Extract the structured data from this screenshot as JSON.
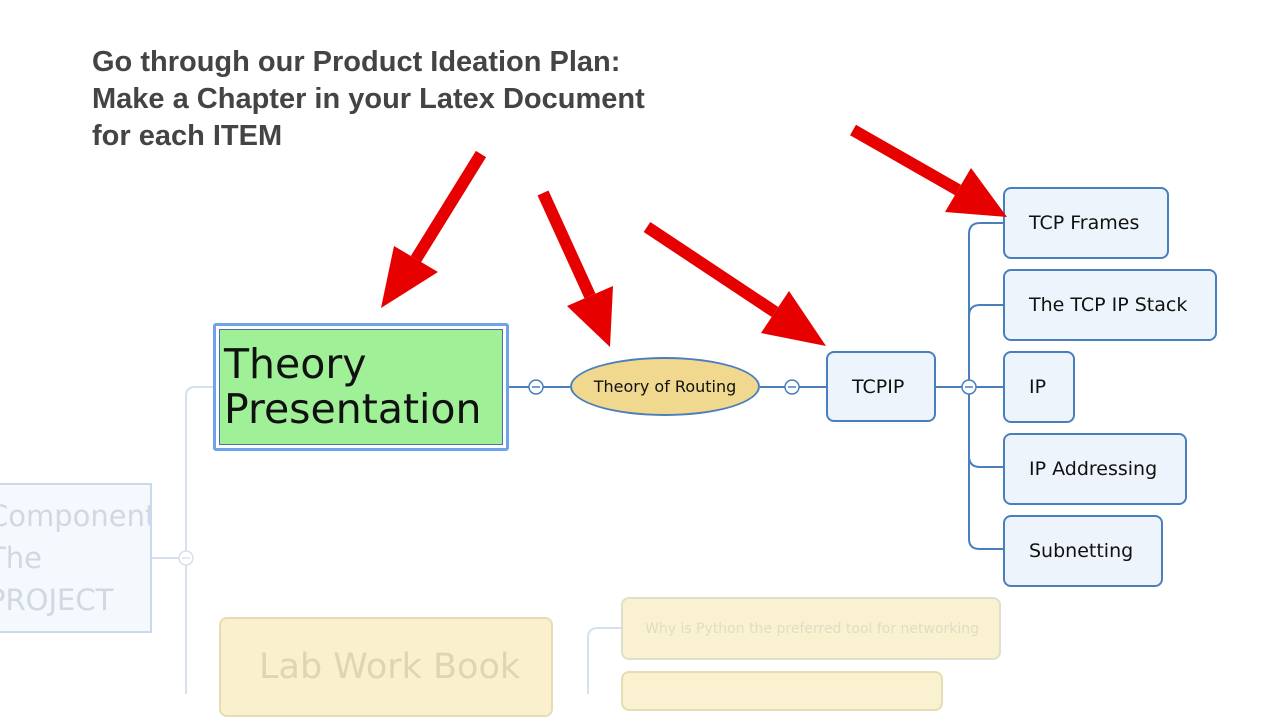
{
  "instruction": {
    "line1": "Go through our Product Ideation Plan:",
    "line2": "Make a Chapter in your Latex Document",
    "line3": "for each ITEM"
  },
  "map": {
    "root": {
      "line1": "Theory",
      "line2": "Presentation"
    },
    "branch": "Theory of Routing",
    "tcpip": "TCPIP",
    "subtopics": [
      "TCP Frames",
      "The TCP IP Stack",
      "IP",
      "IP Addressing",
      "Subnetting"
    ],
    "faded_left": {
      "line1": "Components",
      "line2": "The",
      "line3": "PROJECT"
    },
    "lab": "Lab Work Book",
    "why": "Why is Python the preferred tool for networking"
  },
  "colors": {
    "arrow": "#e60000",
    "connector": "#4a7fbd",
    "root_fill": "#9ff097",
    "oval_fill": "#f0d98e",
    "topic_fill": "#eef4fb"
  }
}
